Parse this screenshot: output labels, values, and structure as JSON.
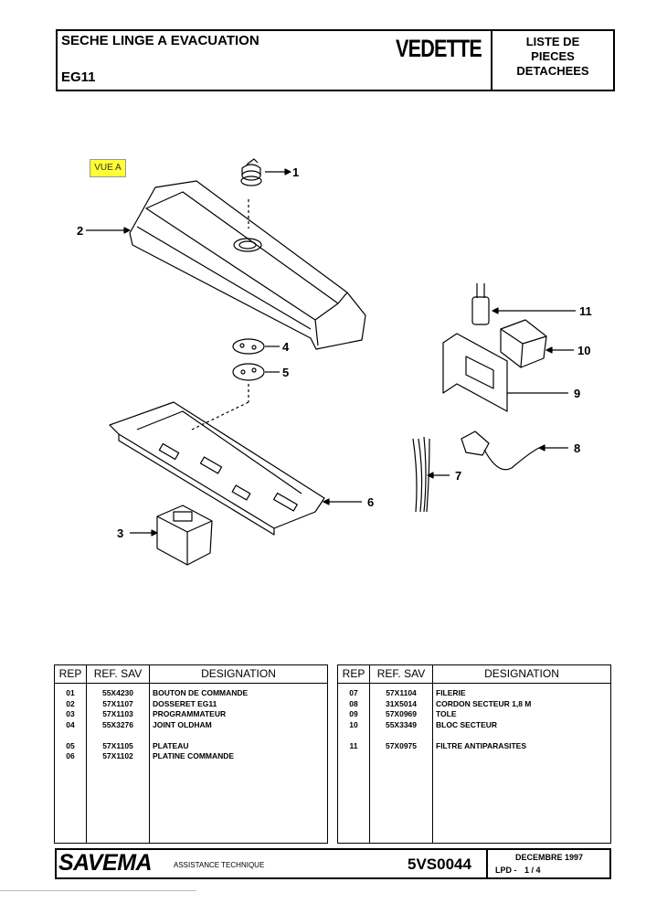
{
  "header": {
    "title": "SECHE LINGE A EVACUATION",
    "model": "EG11",
    "brand": "VEDETTE",
    "doc_type_lines": [
      "LISTE DE",
      "PIECES",
      "DETACHEES"
    ]
  },
  "view_label": "VUE A",
  "callouts": [
    "1",
    "2",
    "3",
    "4",
    "5",
    "6",
    "7",
    "8",
    "9",
    "10",
    "11"
  ],
  "table_headers": {
    "rep": "REP",
    "ref": "REF. SAV",
    "designation": "DESIGNATION"
  },
  "left_table": [
    {
      "rep": "01",
      "ref": "55X4230",
      "designation": "BOUTON DE COMMANDE"
    },
    {
      "rep": "02",
      "ref": "57X1107",
      "designation": "DOSSERET EG11"
    },
    {
      "rep": "03",
      "ref": "57X1103",
      "designation": "PROGRAMMATEUR"
    },
    {
      "rep": "04",
      "ref": "55X3276",
      "designation": "JOINT OLDHAM"
    },
    {
      "rep": "",
      "ref": "",
      "designation": ""
    },
    {
      "rep": "05",
      "ref": "57X1105",
      "designation": "PLATEAU"
    },
    {
      "rep": "06",
      "ref": "57X1102",
      "designation": "PLATINE COMMANDE"
    }
  ],
  "right_table": [
    {
      "rep": "07",
      "ref": "57X1104",
      "designation": "FILERIE"
    },
    {
      "rep": "08",
      "ref": "31X5014",
      "designation": "CORDON SECTEUR 1,8 M"
    },
    {
      "rep": "09",
      "ref": "57X0969",
      "designation": "TOLE"
    },
    {
      "rep": "10",
      "ref": "55X3349",
      "designation": "BLOC SECTEUR"
    },
    {
      "rep": "",
      "ref": "",
      "designation": ""
    },
    {
      "rep": "11",
      "ref": "57X0975",
      "designation": "FILTRE ANTIPARASITES"
    }
  ],
  "footer": {
    "company": "SAVEMA",
    "service": "ASSISTANCE TECHNIQUE",
    "doc_ref": "5VS0044",
    "date": "DECEMBRE 1997",
    "lpd_label": "LPD -",
    "page": "1 / 4"
  }
}
